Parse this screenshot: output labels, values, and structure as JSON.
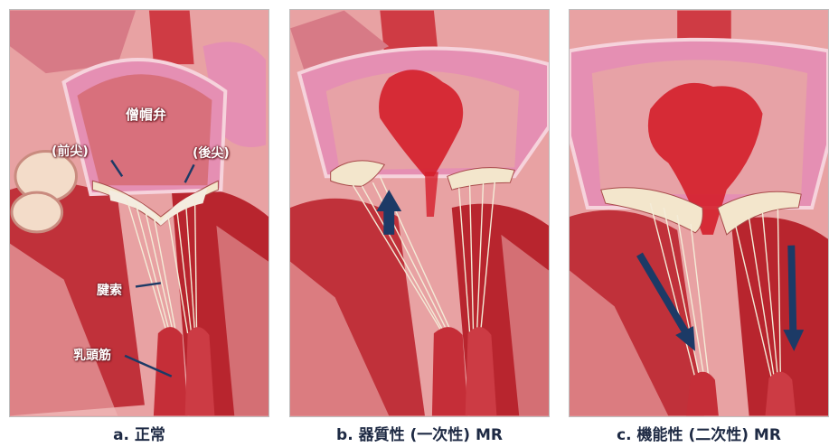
{
  "panels": [
    {
      "caption": "a. 正常",
      "labels": {
        "mitral_valve": "僧帽弁",
        "anterior_leaflet": "(前尖)",
        "posterior_leaflet": "(後尖)",
        "chordae": "腱索",
        "papillary_muscle": "乳頭筋"
      }
    },
    {
      "caption": "b. 器質性 (一次性) MR"
    },
    {
      "caption": "c. 機能性 (二次性) MR"
    }
  ],
  "colors": {
    "arrow": "#1c3a66",
    "tissue_dark": "#b8252e",
    "tissue_light": "#f0b9b9",
    "atrium_wall": "#e58fb3",
    "leaflet": "#f3e6cc",
    "regurgitant_jet": "#d41e2a"
  }
}
